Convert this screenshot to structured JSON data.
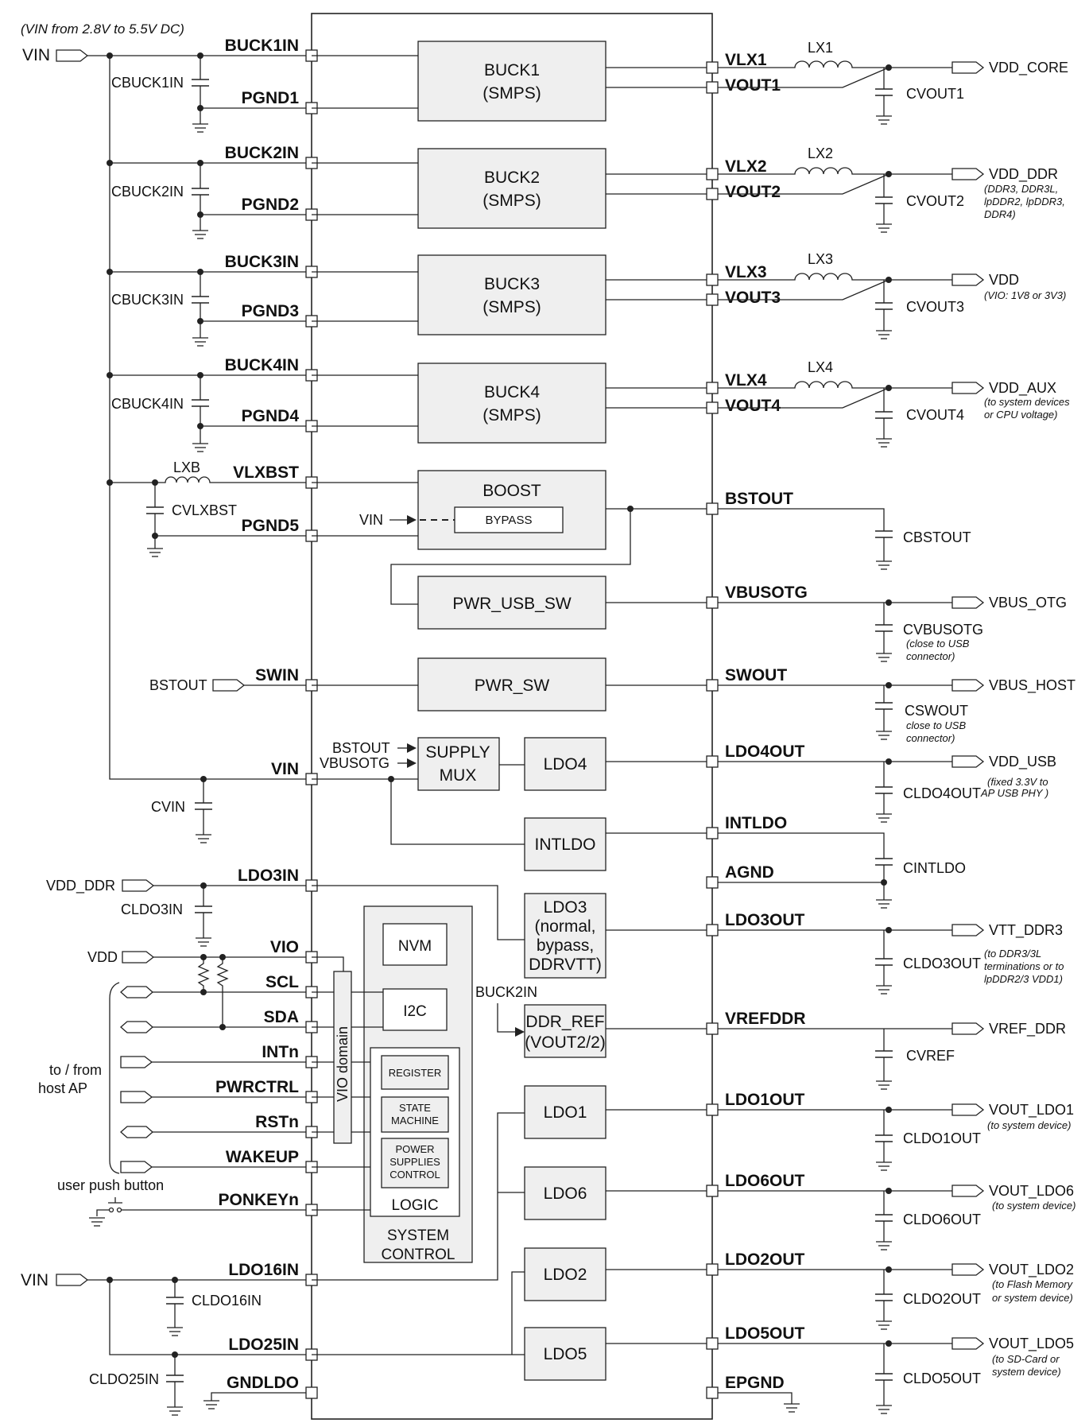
{
  "diagram": {
    "vin_note": "(VIN from 2.8V to 5.5V DC)",
    "left_pins": {
      "buck1in": "BUCK1IN",
      "pgnd1": "PGND1",
      "buck2in": "BUCK2IN",
      "pgnd2": "PGND2",
      "buck3in": "BUCK3IN",
      "pgnd3": "PGND3",
      "buck4in": "BUCK4IN",
      "pgnd4": "PGND4",
      "vlxbst": "VLXBST",
      "pgnd5": "PGND5",
      "swin": "SWIN",
      "vin": "VIN",
      "ldo3in": "LDO3IN",
      "vio": "VIO",
      "scl": "SCL",
      "sda": "SDA",
      "intn": "INTn",
      "pwrctrl": "PWRCTRL",
      "rstn": "RSTn",
      "wakeup": "WAKEUP",
      "ponkeyn": "PONKEYn",
      "ldo16in": "LDO16IN",
      "ldo25in": "LDO25IN",
      "gndldo": "GNDLDO"
    },
    "right_pins": {
      "vlx1": "VLX1",
      "vout1": "VOUT1",
      "vlx2": "VLX2",
      "vout2": "VOUT2",
      "vlx3": "VLX3",
      "vout3": "VOUT3",
      "vlx4": "VLX4",
      "vout4": "VOUT4",
      "bstout": "BSTOUT",
      "vbusotg": "VBUSOTG",
      "swout": "SWOUT",
      "ldo4out": "LDO4OUT",
      "intldo": "INTLDO",
      "agnd": "AGND",
      "ldo3out": "LDO3OUT",
      "vrefddr": "VREFDDR",
      "ldo1out": "LDO1OUT",
      "ldo6out": "LDO6OUT",
      "ldo2out": "LDO2OUT",
      "ldo5out": "LDO5OUT",
      "epgnd": "EPGND"
    },
    "blocks": {
      "buck1": [
        "BUCK1",
        "(SMPS)"
      ],
      "buck2": [
        "BUCK2",
        "(SMPS)"
      ],
      "buck3": [
        "BUCK3",
        "(SMPS)"
      ],
      "buck4": [
        "BUCK4",
        "(SMPS)"
      ],
      "boost": "BOOST",
      "bypass": "BYPASS",
      "pwr_usb_sw": "PWR_USB_SW",
      "pwr_sw": "PWR_SW",
      "supply_mux": [
        "SUPPLY",
        "MUX"
      ],
      "ldo4": "LDO4",
      "intldo": "INTLDO",
      "ldo3": [
        "LDO3",
        "(normal,",
        "bypass,",
        "DDRVTT)"
      ],
      "ddr_ref": [
        "DDR_REF",
        "(VOUT2/2)"
      ],
      "ldo1": "LDO1",
      "ldo6": "LDO6",
      "ldo2": "LDO2",
      "ldo5": "LDO5",
      "nvm": "NVM",
      "i2c": "I2C",
      "register": "REGISTER",
      "state_machine": [
        "STATE",
        "MACHINE"
      ],
      "power_supplies_control": [
        "POWER",
        "SUPPLIES",
        "CONTROL"
      ],
      "logic": "LOGIC",
      "system_control": [
        "SYSTEM",
        "CONTROL"
      ],
      "vio_domain": "VIO domain"
    },
    "inductors": {
      "lx1": "LX1",
      "lx2": "LX2",
      "lx3": "LX3",
      "lx4": "LX4",
      "lxb": "LXB"
    },
    "left_caps": {
      "cbuck1in": "CBUCK1IN",
      "cbuck2in": "CBUCK2IN",
      "cbuck3in": "CBUCK3IN",
      "cbuck4in": "CBUCK4IN",
      "cvlxbst": "CVLXBST",
      "cvin": "CVIN",
      "cldo3in": "CLDO3IN",
      "cldo16in": "CLDO16IN",
      "cldo25in": "CLDO25IN"
    },
    "right_caps": {
      "cvout1": "CVOUT1",
      "cvout2": "CVOUT2",
      "cvout3": "CVOUT3",
      "cvout4": "CVOUT4",
      "cbstout": "CBSTOUT",
      "cvbusotg": "CVBUSOTG",
      "cswout": "CSWOUT",
      "cldo4out": "CLDO4OUT",
      "cintldo": "CINTLDO",
      "cldo3out": "CLDO3OUT",
      "cvref": "CVREF",
      "cldo1out": "CLDO1OUT",
      "cldo6out": "CLDO6OUT",
      "cldo2out": "CLDO2OUT",
      "cldo5out": "CLDO5OUT"
    },
    "left_nets": {
      "vin_top": "VIN",
      "bstout_in": "BSTOUT",
      "vdd_ddr_in": "VDD_DDR",
      "vdd_in": "VDD",
      "vin_bottom": "VIN",
      "bstout_mux": "BSTOUT",
      "vbusotg_mux": "VBUSOTG",
      "vin_bypass": "VIN",
      "buck2in_ref": "BUCK2IN",
      "host_ap": [
        "to / from",
        "host AP"
      ],
      "push_button": "user push button"
    },
    "outputs": {
      "vdd_core": "VDD_CORE",
      "vdd_ddr": "VDD_DDR",
      "vdd_ddr_note": [
        "(DDR3, DDR3L,",
        "lpDDR2, lpDDR3,",
        "DDR4)"
      ],
      "vdd": "VDD",
      "vdd_note": "(VIO: 1V8 or 3V3)",
      "vdd_aux": "VDD_AUX",
      "vdd_aux_note": [
        "(to system devices",
        "or CPU voltage)"
      ],
      "vbus_otg": "VBUS_OTG",
      "cvbusotg_note": [
        "(close to USB",
        "connector)"
      ],
      "vbus_host": "VBUS_HOST",
      "cswout_note": [
        "close to USB",
        "connector)"
      ],
      "vdd_usb": "VDD_USB",
      "vdd_usb_note": [
        "(fixed 3.3V to",
        "AP USB PHY   )"
      ],
      "vtt_ddr3": "VTT_DDR3",
      "vtt_note": [
        "(to DDR3/3L",
        "terminations or to",
        "lpDDR2/3 VDD1)"
      ],
      "vref_ddr": "VREF_DDR",
      "vout_ldo1": "VOUT_LDO1",
      "vout_ldo1_note": "(to system device)",
      "vout_ldo6": "VOUT_LDO6",
      "vout_ldo6_note": "(to system device)",
      "vout_ldo2": "VOUT_LDO2",
      "vout_ldo2_note": [
        "(to Flash Memory",
        "or system device)"
      ],
      "vout_ldo5": "VOUT_LDO5",
      "vout_ldo5_note": [
        "(to SD-Card or",
        "system device)"
      ]
    }
  }
}
